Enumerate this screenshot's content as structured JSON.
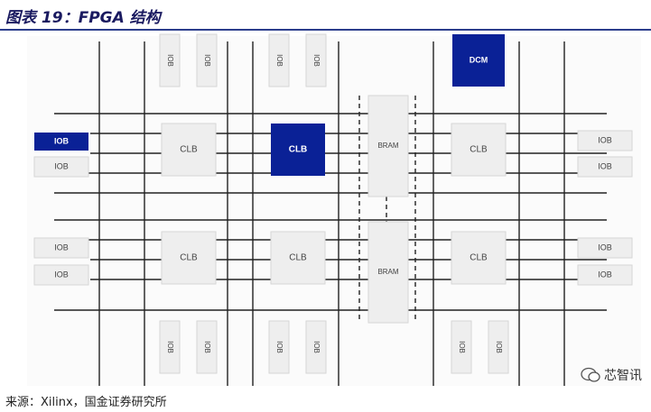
{
  "header": {
    "title": "图表 19：FPGA 结构"
  },
  "footer": {
    "source": "来源：Xilinx，国金证券研究所",
    "watermark": "芯智讯"
  },
  "diagram": {
    "colors": {
      "accent": "#0a2196",
      "block": "#eeeeee",
      "line": "#222222"
    },
    "clb_label": "CLB",
    "iob_label": "IOB",
    "bram_label": "BRAM",
    "dcm_label": "DCM"
  }
}
